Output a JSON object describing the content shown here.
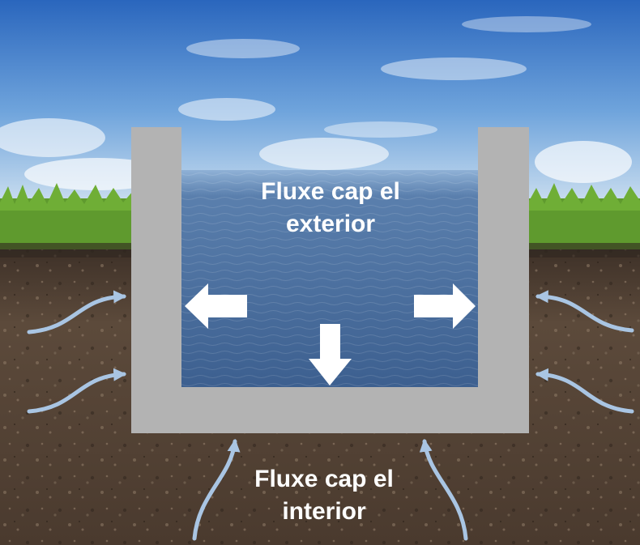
{
  "labels": {
    "outward_flux": [
      "Fluxe cap el",
      "exterior"
    ],
    "inward_flux": [
      "Fluxe cap el",
      "interior"
    ]
  },
  "colors": {
    "sky_top": "#2f6fc4",
    "sky_bottom": "#bcd6ee",
    "grass": "#5f9a2e",
    "soil": "#5a4638",
    "wall": "#b3b3b3",
    "water": "#4a6c98",
    "flux_out_arrow": "#ffffff",
    "flux_in_arrow": "#a9c5e3"
  },
  "icons": {
    "outward": "arrow-outward-icon",
    "inward": "curved-arrow-inward-icon"
  }
}
